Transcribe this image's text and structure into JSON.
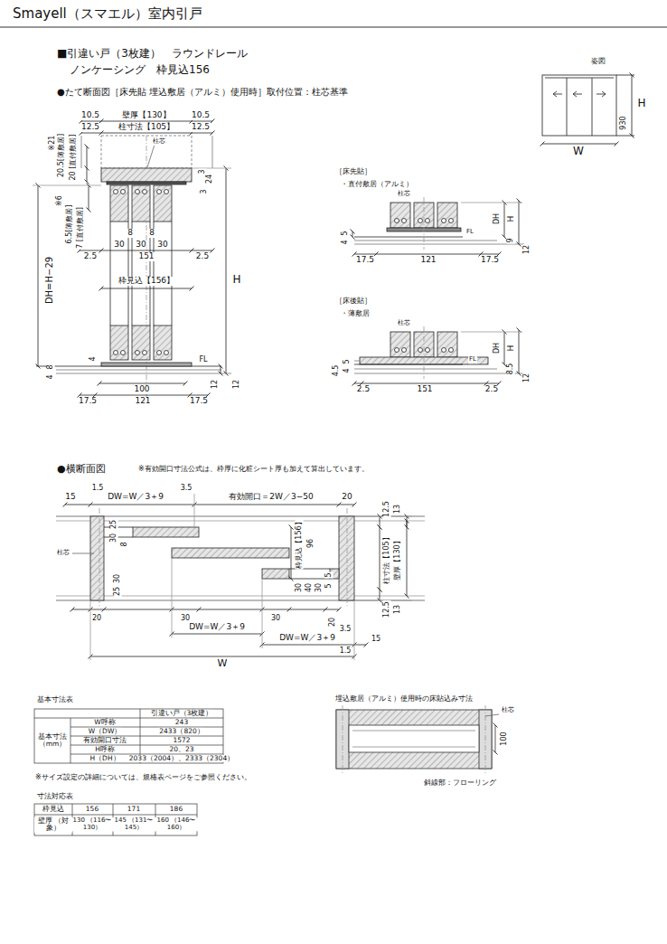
{
  "diagram": {
    "title": "Smayell（スマエル）室内引戸",
    "labels": [
      "■引違い戸（3枚建）　ラウンドレール",
      "ノンケーシング　枠見込156",
      "●たて断面図［床先貼 埋込敷居（アルミ）使用時］取付位置：柱芯基準",
      "姿図",
      "H",
      "930",
      "W",
      "10.5",
      "壁厚【130】",
      "10.5",
      "12.5",
      "柱寸法【105】",
      "12.5",
      "柱芯",
      "※21",
      "20.5[薄敷居]",
      "20 [直付敷居]",
      "3",
      "24",
      "3",
      "※6",
      "6.5[薄敷居]",
      "7 [直付敷居]",
      "8",
      "8",
      "30",
      "30",
      "30",
      "2.5",
      "151",
      "2.5",
      "枠見込【156】",
      "H",
      "DH=H−29",
      "FL",
      "4",
      "8",
      "4",
      "12",
      "12",
      "100",
      "17.5",
      "121",
      "17.5",
      "［床先貼］",
      "・直付敷居（アルミ）",
      "柱芯",
      "DH",
      "H",
      "5",
      "4",
      "FL",
      "9",
      "12",
      "17.5",
      "121",
      "17.5",
      "［床後貼］",
      "・薄敷居",
      "柱芯",
      "DH",
      "H",
      "4.5",
      "5",
      "4",
      "8.5",
      "12",
      "FL",
      "2.5",
      "151",
      "2.5",
      "●横断面図",
      "※有効開口寸法公式は、枠厚に化粧シート厚も加えて算出しています。",
      "1.5",
      "3.5",
      "15",
      "DW=W／3＋9",
      "有効開口＝2W／3−50",
      "20",
      "12.5",
      "13",
      "柱芯",
      "25",
      "30",
      "8",
      "30",
      "25",
      "枠見込【156】",
      "96",
      "30",
      "40",
      "30",
      "5",
      "5",
      "柱寸法【105】",
      "壁厚【130】",
      "12.5",
      "13",
      "20",
      "30",
      "30",
      "20",
      "DW=W／3＋9",
      "3.5",
      "DW=W／3＋9",
      "15",
      "1.5",
      "W",
      "基本寸法表",
      "引違い戸（3枚建）",
      "基本寸法 （mm）",
      "W呼称",
      "243",
      "W（DW）",
      "2433（820）",
      "有効開口寸法",
      "1572",
      "H呼称",
      "20、23",
      "H（DH）",
      "2033（2004）、2333（2304）",
      "※サイズ設定の詳細については、規格表ページをご参照ください。",
      "寸法対応表",
      "枠見込",
      "156",
      "171",
      "186",
      "壁厚 （対象）",
      "130 （116〜130）",
      "145 （131〜145）",
      "160 （146〜160）",
      "埋込敷居（アルミ）使用時の床貼込み寸法",
      "柱芯",
      "100",
      "斜線部：フローリング"
    ]
  }
}
